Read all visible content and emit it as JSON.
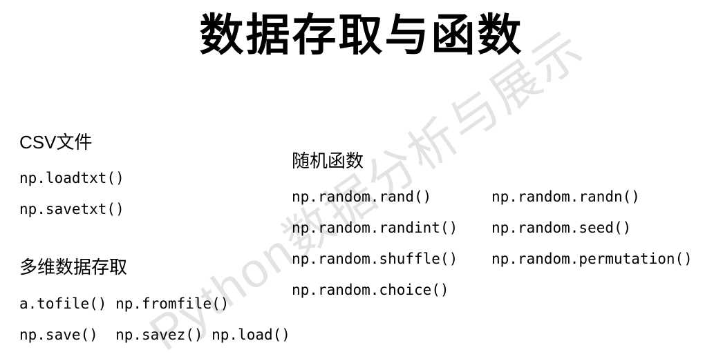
{
  "colors": {
    "background": "#ffffff",
    "text": "#000000",
    "watermark": "#e3e3e3"
  },
  "title": "数据存取与函数",
  "watermark_text": "Python数据分析与展示",
  "sections": {
    "csv": {
      "heading": "CSV文件",
      "lines": [
        "np.loadtxt()",
        "np.savetxt()"
      ]
    },
    "multidim": {
      "heading": "多维数据存取",
      "lines": [
        "a.tofile() np.fromfile()",
        "np.save()  np.savez() np.load()"
      ]
    },
    "random": {
      "heading": "随机函数",
      "rows": [
        {
          "left": "np.random.rand()",
          "right": "np.random.randn()"
        },
        {
          "left": "np.random.randint()",
          "right": "np.random.seed()"
        },
        {
          "left": "np.random.shuffle()",
          "right": "np.random.permutation()"
        },
        {
          "left": "np.random.choice()",
          "right": ""
        }
      ]
    }
  }
}
